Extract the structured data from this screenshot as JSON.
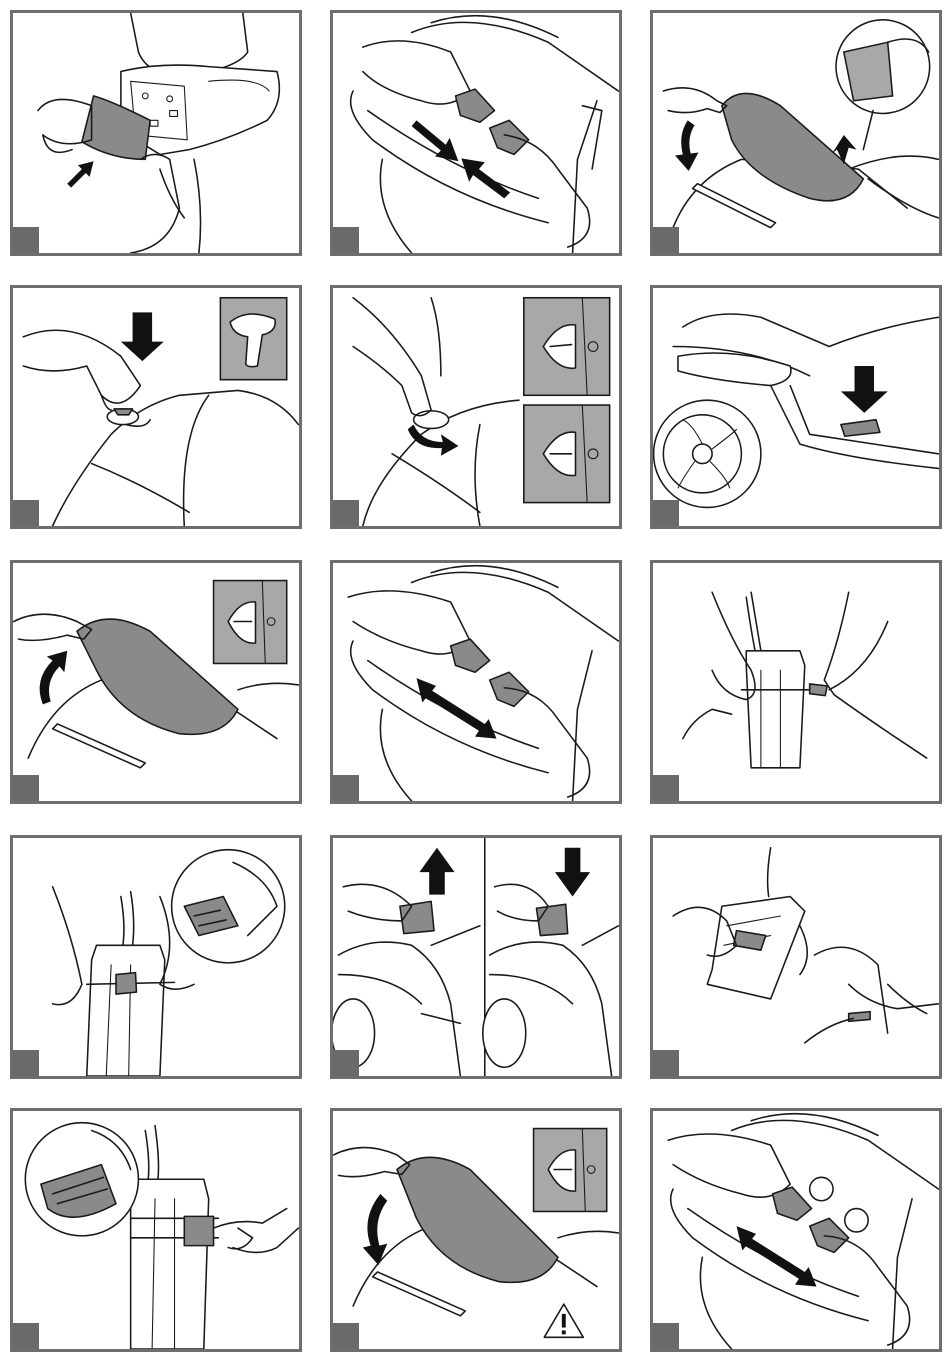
{
  "panels": [
    {
      "id": 1,
      "row": 1,
      "col": 1,
      "icons": [
        "hand-icon",
        "cover-panel",
        "arrow-icon"
      ]
    },
    {
      "id": 2,
      "row": 1,
      "col": 2,
      "icons": [
        "hand-icon",
        "connector-icon",
        "arrow-icon"
      ]
    },
    {
      "id": 3,
      "row": 1,
      "col": 3,
      "icons": [
        "hand-icon",
        "seat-icon",
        "curved-arrow-icon",
        "magnifier-inset"
      ]
    },
    {
      "id": 4,
      "row": 2,
      "col": 1,
      "icons": [
        "hand-icon",
        "screw-icon",
        "arrow-icon",
        "inset-icon"
      ]
    },
    {
      "id": 5,
      "row": 2,
      "col": 2,
      "icons": [
        "hand-icon",
        "lock-icon",
        "curved-arrow-icon",
        "inset-icon"
      ]
    },
    {
      "id": 6,
      "row": 2,
      "col": 3,
      "icons": [
        "wheel-icon",
        "pedal-icon",
        "arrow-icon"
      ]
    },
    {
      "id": 7,
      "row": 3,
      "col": 1,
      "icons": [
        "hand-icon",
        "seat-icon",
        "curved-arrow-icon",
        "lock-inset"
      ]
    },
    {
      "id": 8,
      "row": 3,
      "col": 2,
      "icons": [
        "hand-icon",
        "connector-icon",
        "double-arrow-icon"
      ]
    },
    {
      "id": 9,
      "row": 3,
      "col": 3,
      "icons": [
        "hand-icon",
        "battery-icon",
        "strap-icon"
      ]
    },
    {
      "id": 10,
      "row": 4,
      "col": 1,
      "icons": [
        "hand-icon",
        "battery-icon",
        "buckle-inset"
      ]
    },
    {
      "id": 11,
      "row": 4,
      "col": 2,
      "icons": [
        "hand-icon",
        "battery-icon",
        "arrow-up-icon",
        "arrow-down-icon"
      ]
    },
    {
      "id": 12,
      "row": 4,
      "col": 3,
      "icons": [
        "hand-icon",
        "battery-icon",
        "strap-icon"
      ]
    },
    {
      "id": 13,
      "row": 5,
      "col": 1,
      "icons": [
        "hand-icon",
        "battery-icon",
        "buckle-inset"
      ]
    },
    {
      "id": 14,
      "row": 5,
      "col": 2,
      "icons": [
        "hand-icon",
        "seat-icon",
        "curved-arrow-icon",
        "lock-inset",
        "warning-icon"
      ]
    },
    {
      "id": 15,
      "row": 5,
      "col": 3,
      "icons": [
        "hand-icon",
        "connector-icon",
        "double-arrow-icon"
      ]
    }
  ],
  "colors": {
    "frame": "#6e6e6e",
    "badge": "#6a6a6a",
    "part_fill": "#8a8a8a",
    "inset_fill": "#a8a8a8",
    "arrow": "#111111"
  }
}
